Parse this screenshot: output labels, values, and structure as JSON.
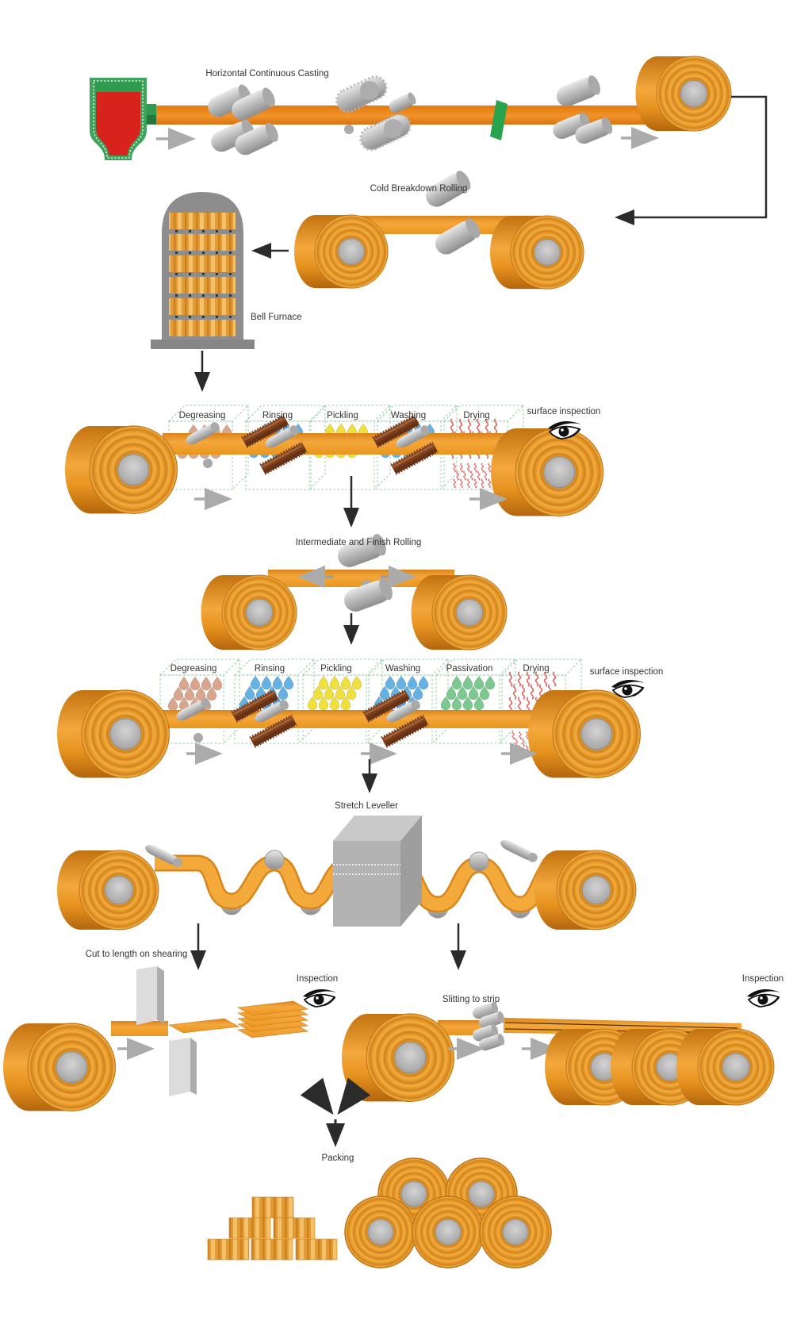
{
  "labels": {
    "horizontal_continuous_casting": "Horizontal Continuous Casting",
    "cold_breakdown_rolling": "Cold Breakdown Rolling",
    "bell_furnace": "Bell Furnace",
    "surface_inspection_1": "surface inspection",
    "intermediate_finish_rolling": "Intermediate and Finish Rolling",
    "surface_inspection_2": "surface inspection",
    "stretch_leveller": "Stretch Leveller",
    "cut_to_length": "Cut to length on shearing",
    "inspection_sheets": "Inspection",
    "slitting_to_strip": "Slitting to strip",
    "inspection_coils": "Inspection",
    "packing": "Packing"
  },
  "line1_stations": [
    "Degreasing",
    "Rinsing",
    "Pickling",
    "Washing",
    "Drying"
  ],
  "line2_stations": [
    "Degreasing",
    "Rinsing",
    "Pickling",
    "Washing",
    "Passivation",
    "Drying"
  ],
  "colors": {
    "strip_orange": "#F2A235",
    "strip_dark": "#D8861C",
    "coil_ring": "#C8791B",
    "hub_gray": "#A3A3A3",
    "roller_silver": "#C9C9C9",
    "furnace_gray": "#8D8D8D",
    "crucible_green": "#3FA45B",
    "molten_red": "#D8231D",
    "gate_green": "#2AA34F",
    "station_dash_green": "#8FCBA0",
    "drop_tan": "#D9A58C",
    "drop_blue": "#64B1E4",
    "drop_yellow": "#F0E03C",
    "drop_green": "#7CC98F",
    "drying_red": "#E06464",
    "brush_brown": "#8B4A2A",
    "arrow_black": "#2B2B2B",
    "arrow_gray": "#ABABAB"
  }
}
